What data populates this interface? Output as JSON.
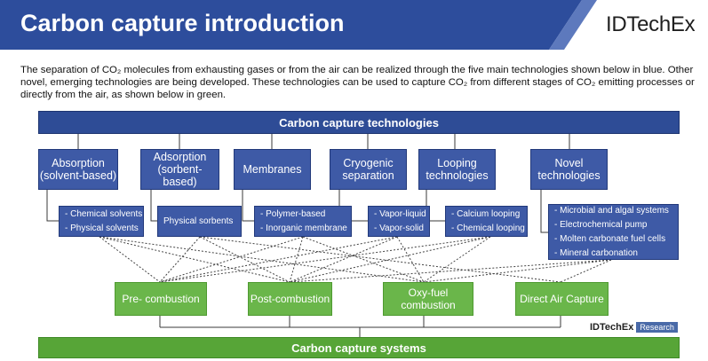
{
  "header": {
    "title": "Carbon capture introduction",
    "logo": "IDTechEx",
    "colors": {
      "banner_blue": "#2d4d9c",
      "tech_blue": "#3e5aa6",
      "system_green": "#6ab64a"
    }
  },
  "intro": {
    "line1": "The separation of CO₂ molecules from exhausting gases or from the air can be realized through the five main technologies shown below in blue. Other novel, emerging technologies are being developed. These technologies can be used to capture CO₂ from different stages of CO₂ emitting processes or directly from the air, as shown below in green."
  },
  "technologies_banner": "Carbon capture technologies",
  "technologies": [
    {
      "line1": "Absorption",
      "line2": "(solvent-based)",
      "subtypes": [
        "- Chemical solvents",
        "- Physical solvents"
      ]
    },
    {
      "line1": "Adsorption",
      "line2": "(sorbent-based)",
      "subtypes": [
        "Physical sorbents"
      ]
    },
    {
      "line1": "Membranes",
      "line2": "",
      "subtypes": [
        "- Polymer-based",
        "- Inorganic membrane"
      ]
    },
    {
      "line1": "Cryogenic",
      "line2": "separation",
      "subtypes": [
        "- Vapor-liquid",
        "- Vapor-solid"
      ]
    },
    {
      "line1": "Looping",
      "line2": "technologies",
      "subtypes": [
        "- Calcium looping",
        "- Chemical looping"
      ]
    },
    {
      "line1": "Novel",
      "line2": "technologies",
      "subtypes": [
        "- Microbial and algal systems",
        "- Electrochemical pump",
        "- Molten carbonate fuel cells",
        "- Mineral carbonation"
      ]
    }
  ],
  "systems": [
    {
      "line1": "Pre- combustion",
      "line2": ""
    },
    {
      "line1": "Post-combustion",
      "line2": ""
    },
    {
      "line1": "Oxy-fuel",
      "line2": "combustion"
    },
    {
      "line1": "Direct Air Capture",
      "line2": ""
    }
  ],
  "systems_banner": "Carbon capture systems",
  "badge": {
    "name": "IDTechEx",
    "tag": "Research"
  }
}
